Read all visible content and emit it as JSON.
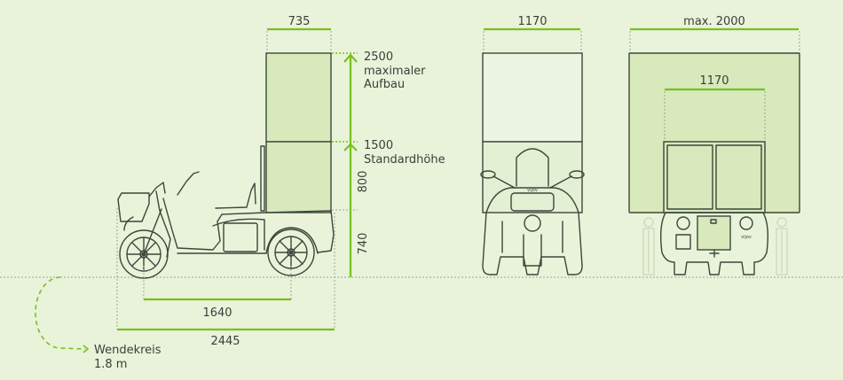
{
  "colors": {
    "background": "#e9f3d9",
    "accent": "#78c020",
    "box_fill": "#d8eabc",
    "line": "#3c463c"
  },
  "side_view": {
    "box_width": "735",
    "max_height_value": "2500",
    "max_height_label_1": "maximaler",
    "max_height_label_2": "Aufbau",
    "std_height_value": "1500",
    "std_height_label": "Standardhöhe",
    "box_height": "800",
    "deck_height": "740",
    "wheelbase": "1640",
    "total_length": "2445",
    "turning_label": "Wendekreis",
    "turning_value": "1.8 m"
  },
  "front_view": {
    "width": "1170",
    "brand": "vijov"
  },
  "rear_view": {
    "max_width": "max. 2000",
    "inner_width": "1170",
    "brand": "vijov"
  }
}
